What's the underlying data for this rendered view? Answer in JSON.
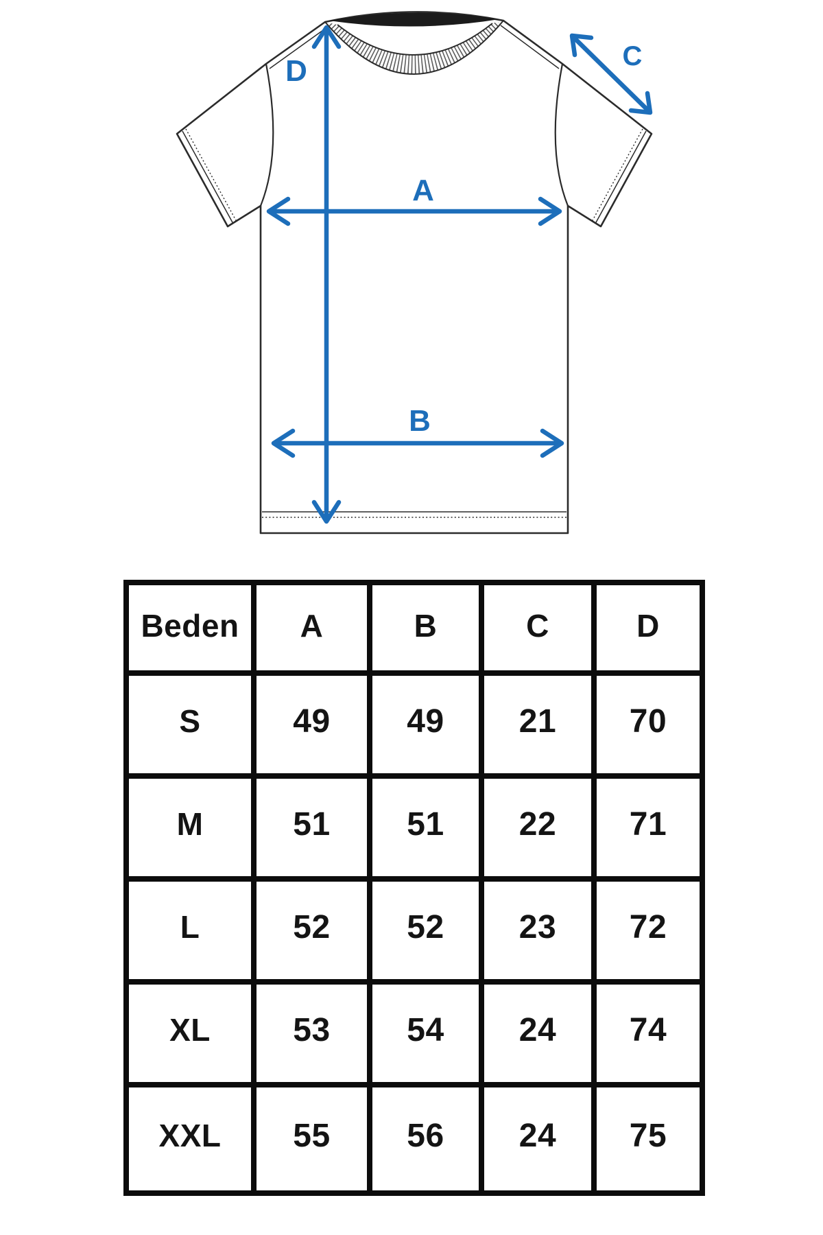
{
  "diagram": {
    "accent_color": "#1d6eba",
    "line_color": "#2b2b2b",
    "collar_dark_color": "#1b1b1b",
    "labels": {
      "a": "A",
      "b": "B",
      "c": "C",
      "d": "D"
    }
  },
  "size_table": {
    "header": [
      "Beden",
      "A",
      "B",
      "C",
      "D"
    ],
    "rows": [
      {
        "size": "S",
        "a": "49",
        "b": "49",
        "c": "21",
        "d": "70"
      },
      {
        "size": "M",
        "a": "51",
        "b": "51",
        "c": "22",
        "d": "71"
      },
      {
        "size": "L",
        "a": "52",
        "b": "52",
        "c": "23",
        "d": "72"
      },
      {
        "size": "XL",
        "a": "53",
        "b": "54",
        "c": "24",
        "d": "74"
      },
      {
        "size": "XXL",
        "a": "55",
        "b": "56",
        "c": "24",
        "d": "75"
      }
    ]
  },
  "chart_data": {
    "type": "table",
    "title": "T-shirt measurement size chart (Beden = Size)",
    "columns": [
      "Beden",
      "A",
      "B",
      "C",
      "D"
    ],
    "rows": [
      [
        "S",
        49,
        49,
        21,
        70
      ],
      [
        "M",
        51,
        51,
        22,
        71
      ],
      [
        "L",
        52,
        52,
        23,
        72
      ],
      [
        "XL",
        53,
        54,
        24,
        74
      ],
      [
        "XXL",
        55,
        56,
        24,
        75
      ]
    ]
  }
}
